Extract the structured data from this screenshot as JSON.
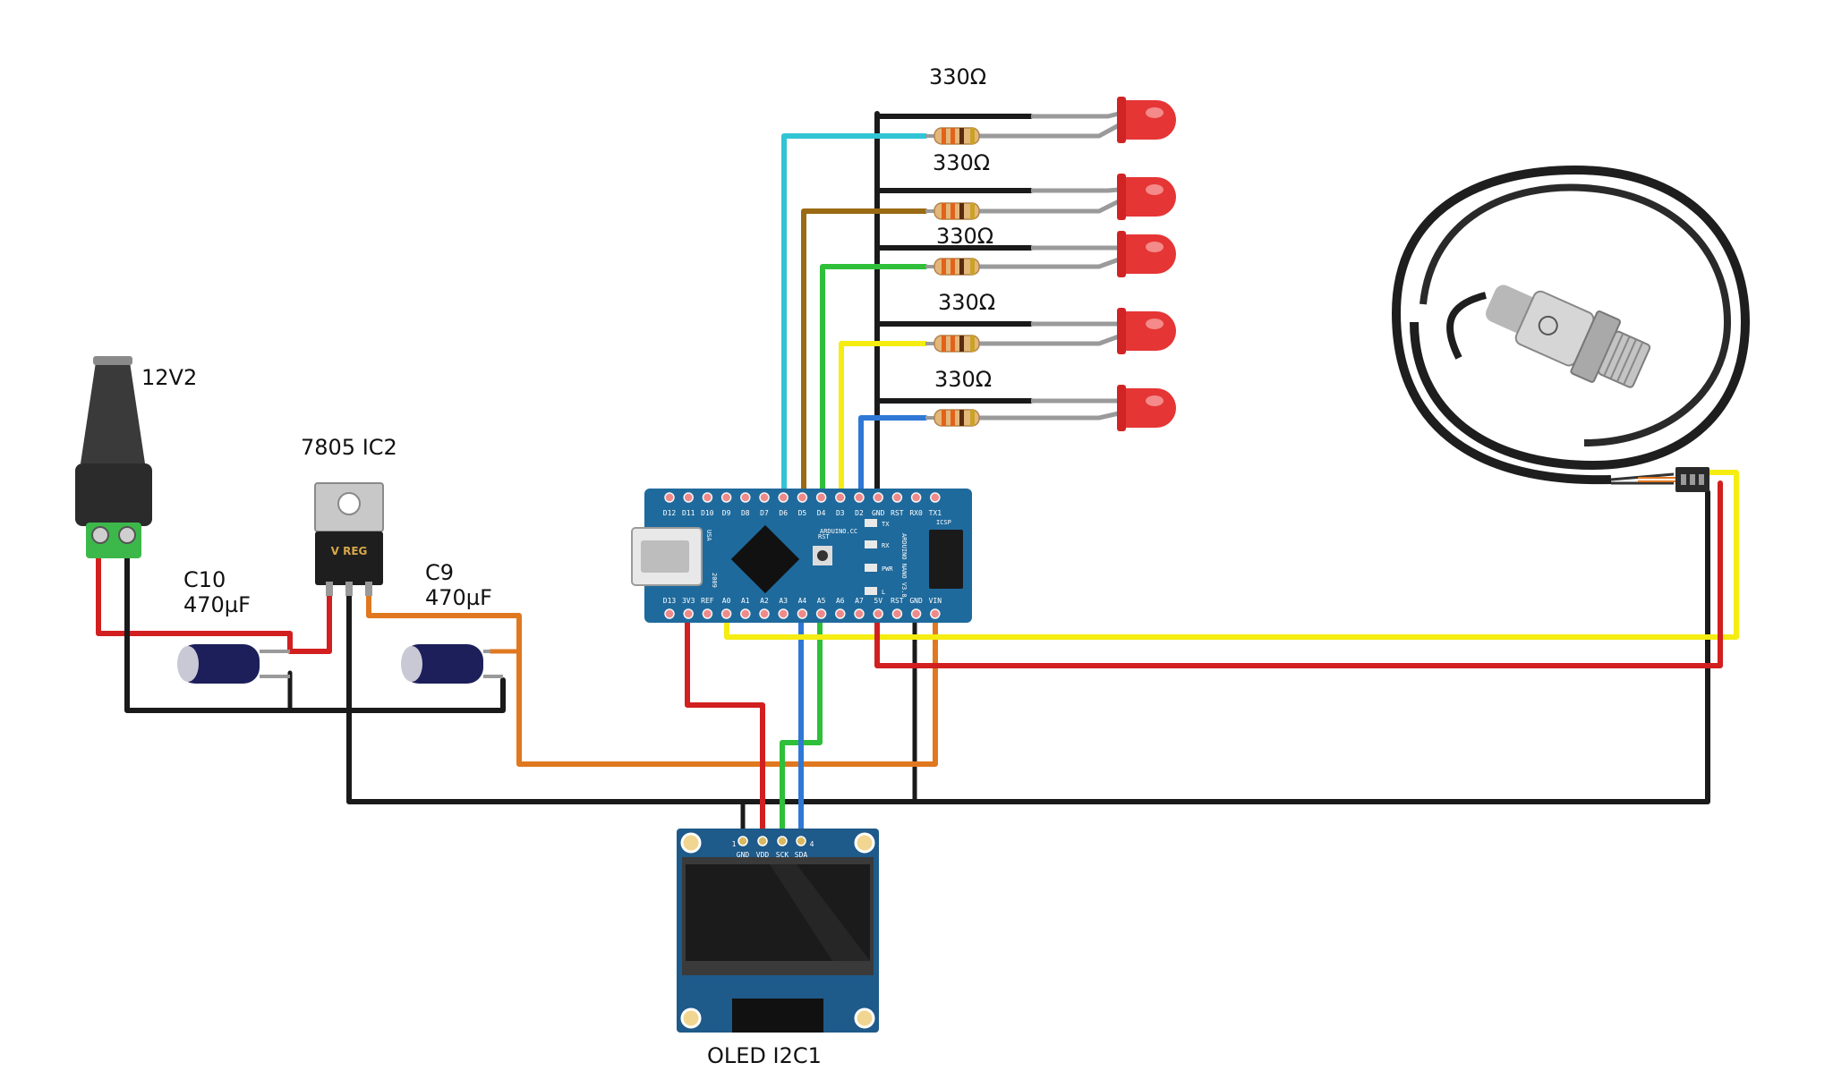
{
  "labels": {
    "dc_jack": "12V2",
    "regulator": "7805 IC2",
    "c10_name": "C10",
    "c10_value": "470µF",
    "c9_name": "C9",
    "c9_value": "470µF",
    "resistor_1": "330Ω",
    "resistor_2": "330Ω",
    "resistor_3": "330Ω",
    "resistor_4": "330Ω",
    "resistor_5": "330Ω",
    "oled": "OLED I2C1"
  },
  "regulator_marking": "V REG",
  "nano": {
    "top_pins": [
      "D12",
      "D11",
      "D10",
      "D9",
      "D8",
      "D7",
      "D6",
      "D5",
      "D4",
      "D3",
      "D2",
      "GND",
      "RST",
      "RX0",
      "TX1"
    ],
    "bottom_pins": [
      "D13",
      "3V3",
      "REF",
      "A0",
      "A1",
      "A2",
      "A3",
      "A4",
      "A5",
      "A6",
      "A7",
      "5V",
      "RST",
      "GND",
      "VIN"
    ],
    "silk_brand": "ARDUINO.CC",
    "silk_model": "ARDUINO NANO V3.0",
    "silk_usa": "USA",
    "silk_year": "2009",
    "silk_icsp": "ICSP",
    "silk_rst": "RST",
    "led_tx": "TX",
    "led_rx": "RX",
    "led_pwr": "PWR",
    "led_l": "L"
  },
  "oled_pins": [
    "GND",
    "VDD",
    "SCK",
    "SDA"
  ],
  "oled_pin_numbers": [
    "1",
    "4"
  ],
  "colors": {
    "wire_red": "#d21f1f",
    "wire_black": "#1a1a1a",
    "wire_yellow": "#f5ec12",
    "wire_green": "#2fbf3a",
    "wire_blue": "#2f78d6",
    "wire_cyan": "#31c4d4",
    "wire_brown": "#9a6a14",
    "wire_orange": "#e07820",
    "pcb_blue": "#1f6a9c",
    "led_red": "#e53535"
  }
}
